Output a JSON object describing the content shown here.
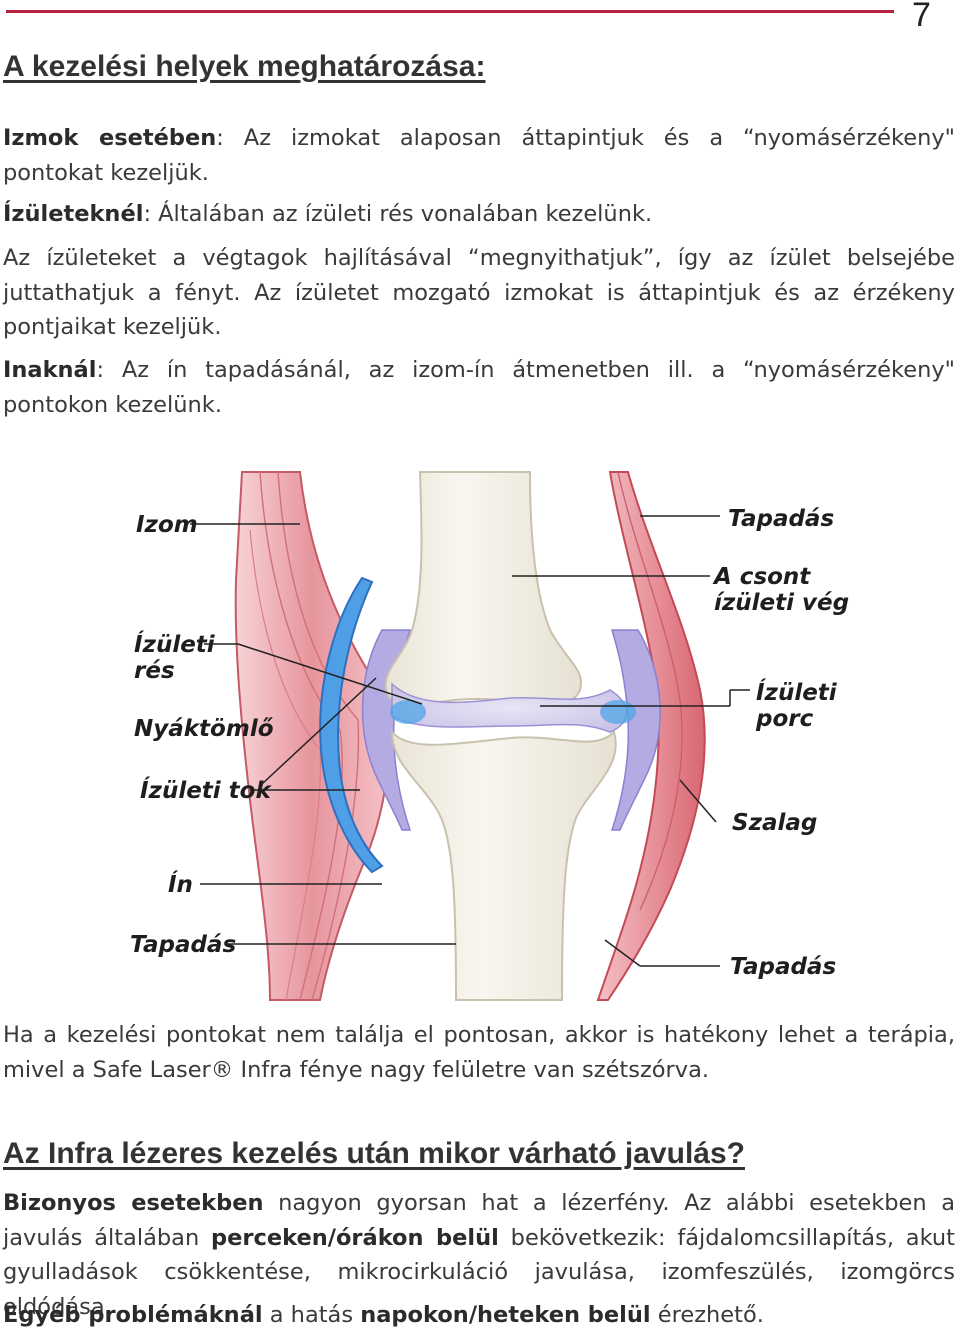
{
  "page": {
    "number": "7"
  },
  "section1": {
    "heading": "A kezelési helyek meghatározása:",
    "p1": {
      "bold": "Izmok esetében",
      "text": ": Az izmokat alaposan áttapintjuk és a “nyomásérzékeny\" pontokat kezeljük."
    },
    "p2": {
      "bold": "Ízületeknél",
      "text": ": Általában az ízületi rés vonalában kezelünk."
    },
    "p3": {
      "text": "Az ízületeket a végtagok hajlításával “megnyithatjuk”, így az ízület belsejébe juttathatjuk a fényt. Az ízületet mozgató izmokat is áttapintjuk és az érzékeny pontjaikat kezeljük."
    },
    "p4": {
      "bold": "Inaknál",
      "text": ": Az ín tapadásánál, az izom-ín átmenetben ill. a “nyomásérzékeny\" pontokon kezelünk."
    }
  },
  "diagram": {
    "labels": {
      "izom": "Izom",
      "izuleti_res_1": "Ízületi",
      "izuleti_res_2": "rés",
      "nyaktomlo": "Nyáktömlő",
      "izuleti_tok": "Ízületi tok",
      "in": "Ín",
      "tapadas_left": "Tapadás",
      "tapadas_top": "Tapadás",
      "csont_1": "A csont",
      "csont_2": "ízületi vége",
      "porc_1": "Ízületi",
      "porc_2": "porc",
      "szalag": "Szalag",
      "tapadas_bottom": "Tapadás"
    }
  },
  "para_after": {
    "text": "Ha a kezelési pontokat nem találja el pontosan, akkor is hatékony lehet a terápia, mivel a Safe Laser® Infra fénye nagy felületre van szétszórva."
  },
  "section2": {
    "heading": "Az Infra lézeres kezelés után mikor várható javulás?",
    "p1": {
      "bold1": "Bizonyos esetekben",
      "text1": " nagyon gyorsan hat a lézerfény. Az alábbi esetekben a javulás általában ",
      "bold2": "perceken/órákon belül",
      "text2": " bekövetkezik: fájdalomcsillapítás, akut gyulladások csökkentése, mikrocirkuláció javulása, izomfeszülés, izomgörcs oldódása"
    },
    "p2": {
      "bold1": "Egyéb problémáknál",
      "text1": " a hatás ",
      "bold2": "napokon/heteken belül",
      "text2": " érezhető."
    }
  },
  "colors": {
    "accent_line": "#b5233f",
    "muscle": "#e8a0a6",
    "cartilage": "#b8b0e4",
    "bursa": "#4f9fe6",
    "bone": "#f2efe6"
  }
}
